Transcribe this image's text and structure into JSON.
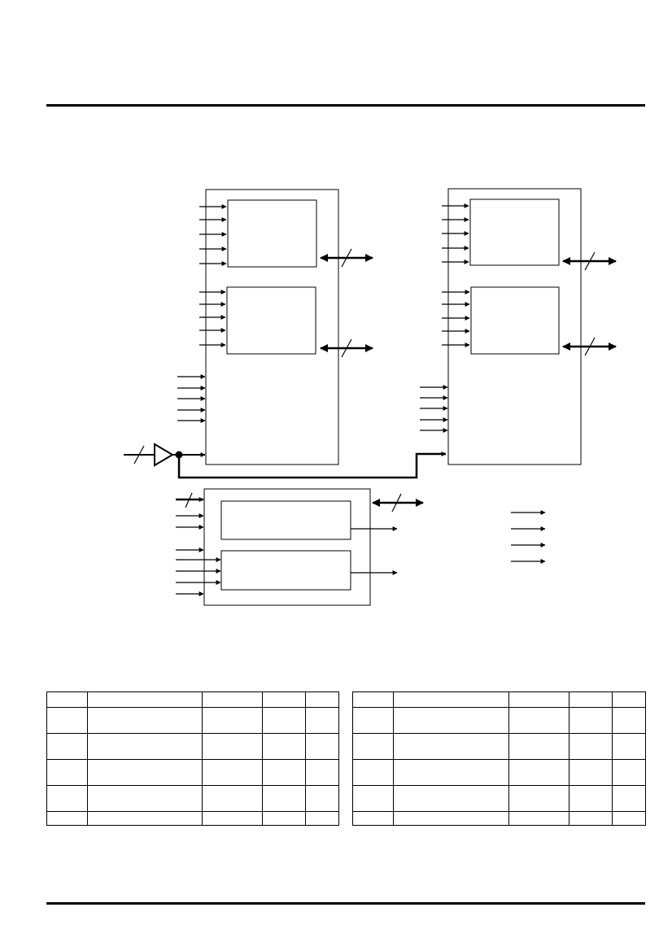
{
  "header": {
    "rule_color": "#000000"
  },
  "diagram": {
    "blocks": [
      {
        "id": "left-chip",
        "name": "left-chip-block",
        "sub_blocks": 2,
        "input_groups": [
          5,
          5,
          5
        ]
      },
      {
        "id": "right-chip",
        "name": "right-chip-block",
        "sub_blocks": 2,
        "input_groups": [
          5,
          5,
          5
        ]
      },
      {
        "id": "lower-chip",
        "name": "lower-chip-block",
        "sub_blocks": 2
      }
    ],
    "legend_arrows": 4
  },
  "pin_tables": [
    {
      "name": "pin-table-left",
      "rows": [
        [
          "",
          "",
          "",
          "",
          ""
        ],
        [
          "",
          "",
          "",
          "",
          ""
        ],
        [
          "",
          "",
          "",
          "",
          ""
        ],
        [
          "",
          "",
          "",
          "",
          ""
        ],
        [
          "",
          "",
          "",
          "",
          ""
        ],
        [
          "",
          "",
          "",
          "",
          ""
        ]
      ]
    },
    {
      "name": "pin-table-right",
      "rows": [
        [
          "",
          "",
          "",
          "",
          ""
        ],
        [
          "",
          "",
          "",
          "",
          ""
        ],
        [
          "",
          "",
          "",
          "",
          ""
        ],
        [
          "",
          "",
          "",
          "",
          ""
        ],
        [
          "",
          "",
          "",
          "",
          ""
        ],
        [
          "",
          "",
          "",
          "",
          ""
        ]
      ]
    }
  ],
  "footer": {
    "rule_color": "#000000"
  }
}
